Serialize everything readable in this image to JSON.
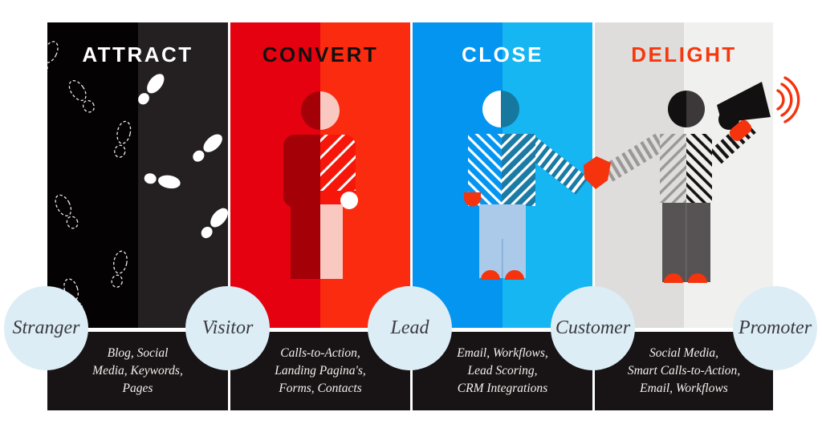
{
  "diagram": {
    "type": "inbound-marketing-funnel",
    "stages": [
      {
        "title": "ATTRACT",
        "title_color": "#ffffff",
        "bg_left": "#050203",
        "bg_right": "#242021",
        "figure_icon": "footprints-icon",
        "tools": "Blog, Social\nMedia, Keywords,\nPages"
      },
      {
        "title": "CONVERT",
        "title_color": "#131011",
        "bg_left": "#e50110",
        "bg_right": "#fb2b10",
        "figure_icon": "person-icon",
        "tools": "Calls-to-Action,\nLanding Pagina's,\nForms, Contacts"
      },
      {
        "title": "CLOSE",
        "title_color": "#ffffff",
        "bg_left": "#0395f0",
        "bg_right": "#16b6f3",
        "figure_icon": "person-handshake-icon",
        "tools": "Email, Workflows,\nLead Scoring,\nCRM Integrations"
      },
      {
        "title": "DELIGHT",
        "title_color": "#f6380f",
        "bg_left": "#dedddb",
        "bg_right": "#f0f0ee",
        "figure_icon": "person-megaphone-icon",
        "tools": "Social Media,\nSmart Calls-to-Action,\nEmail, Workflows"
      }
    ],
    "personas": [
      {
        "label": "Stranger"
      },
      {
        "label": "Visitor"
      },
      {
        "label": "Lead"
      },
      {
        "label": "Customer"
      },
      {
        "label": "Promoter"
      }
    ],
    "colors": {
      "persona_circle": "#dcedf6",
      "persona_text": "#3b3a40",
      "tools_bar": "#181415",
      "tools_text": "#f3f1ef",
      "accent_red": "#f5330d"
    }
  }
}
